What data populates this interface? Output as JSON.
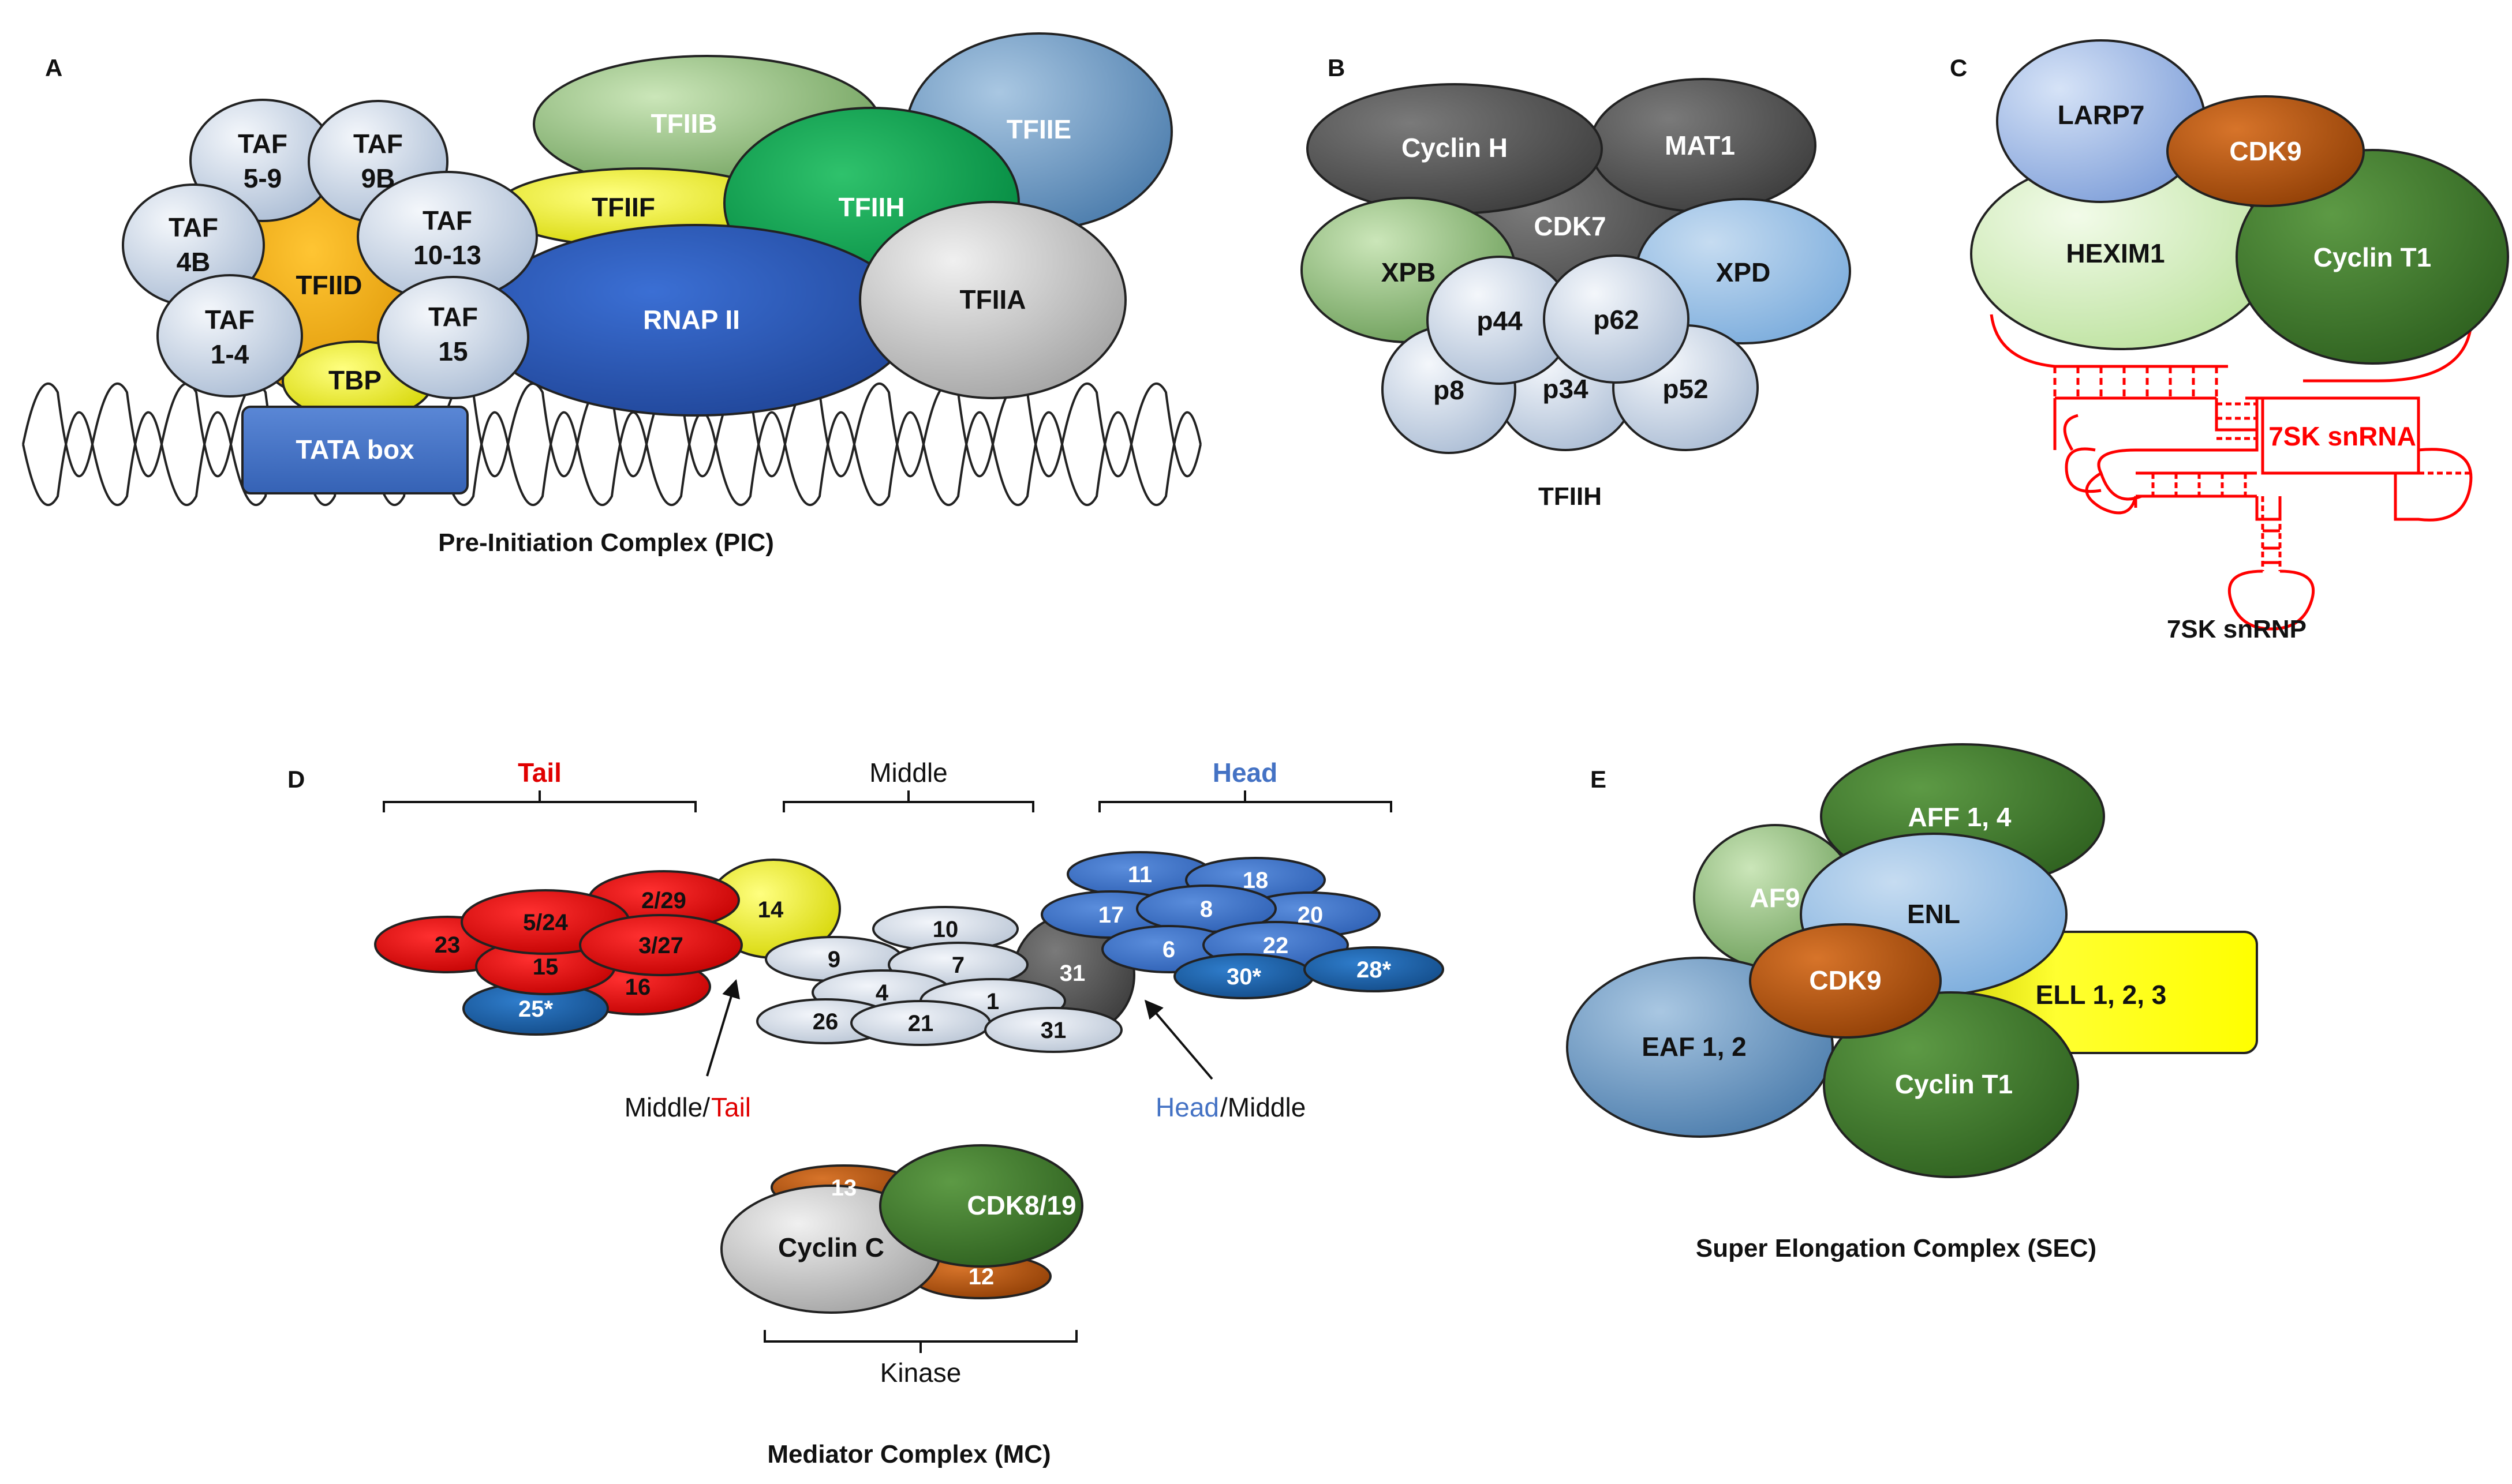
{
  "colors": {
    "pale_blue": "#d0dbea",
    "gold": "#f1a700",
    "yellow": "#ffff00",
    "tata_blue": "#4472c4",
    "rnap_blue": "#2e59b8",
    "light_green": "#93c47d",
    "green": "#00a651",
    "steel_blue": "#6d9dc5",
    "grey": "#c9c9c9",
    "dark_grey": "#505050",
    "sky_blue": "#9dc3e6",
    "pale_green": "#d9f2c4",
    "dark_green": "#3e7a2b",
    "rust": "#b5530a",
    "rna_red": "#ff0000",
    "med_red": "#e00000",
    "med_blue": "#3a70c9",
    "med_darkblue": "#1d5fa8",
    "tail_label": "#e00000",
    "head_label": "#4472c4"
  },
  "panels": {
    "A": {
      "letter": "A",
      "caption": "Pre-Initiation Complex (PIC)",
      "taf_59": [
        "TAF",
        "5-9"
      ],
      "taf_9b": [
        "TAF",
        "9B"
      ],
      "taf_4b": [
        "TAF",
        "4B"
      ],
      "taf_1013": [
        "TAF",
        "10-13"
      ],
      "taf_14": [
        "TAF",
        "1-4"
      ],
      "taf_15": [
        "TAF",
        "15"
      ],
      "tfiid": "TFIID",
      "tbp": "TBP",
      "tata": "TATA box",
      "tfiib": "TFIIB",
      "tfiie": "TFIIE",
      "tfiif": "TFIIF",
      "tfiih": "TFIIH",
      "rnap": "RNAP II",
      "tfiia": "TFIIA"
    },
    "B": {
      "letter": "B",
      "caption": "TFIIH",
      "cyclin_h": "Cyclin H",
      "mat1": "MAT1",
      "cdk7": "CDK7",
      "xpb": "XPB",
      "xpd": "XPD",
      "p44": "p44",
      "p62": "p62",
      "p8": "p8",
      "p34": "p34",
      "p52": "p52"
    },
    "C": {
      "letter": "C",
      "caption": "7SK snRNP",
      "larp7": "LARP7",
      "cdk9": "CDK9",
      "hexim1": "HEXIM1",
      "cyclin_t1": "Cyclin T1",
      "snrna": "7SK snRNA"
    },
    "D": {
      "letter": "D",
      "caption": "Mediator Complex (MC)",
      "tail": "Tail",
      "middle": "Middle",
      "head": "Head",
      "kinase": "Kinase",
      "mt_middle": "Middle/",
      "mt_tail": "Tail",
      "hm_head": "Head",
      "hm_middle": "/Middle",
      "tail_subunits": [
        "2/29",
        "5/24",
        "23",
        "3/27",
        "15",
        "16",
        "25*",
        "14"
      ],
      "middle_subunits": [
        "10",
        "9",
        "7",
        "4",
        "26",
        "21",
        "1",
        "31",
        "31"
      ],
      "head_subunits": [
        "11",
        "18",
        "17",
        "8",
        "20",
        "6",
        "22",
        "30*",
        "28*"
      ],
      "kinase_subunits": [
        "13",
        "CDK8/19",
        "Cyclin C",
        "12"
      ]
    },
    "E": {
      "letter": "E",
      "caption": "Super Elongation Complex (SEC)",
      "aff": "AFF 1, 4",
      "af9": "AF9",
      "enl": "ENL",
      "eaf": "EAF 1, 2",
      "cdk9": "CDK9",
      "ell": "ELL 1, 2, 3",
      "cyclin_t1": "Cyclin T1"
    }
  }
}
